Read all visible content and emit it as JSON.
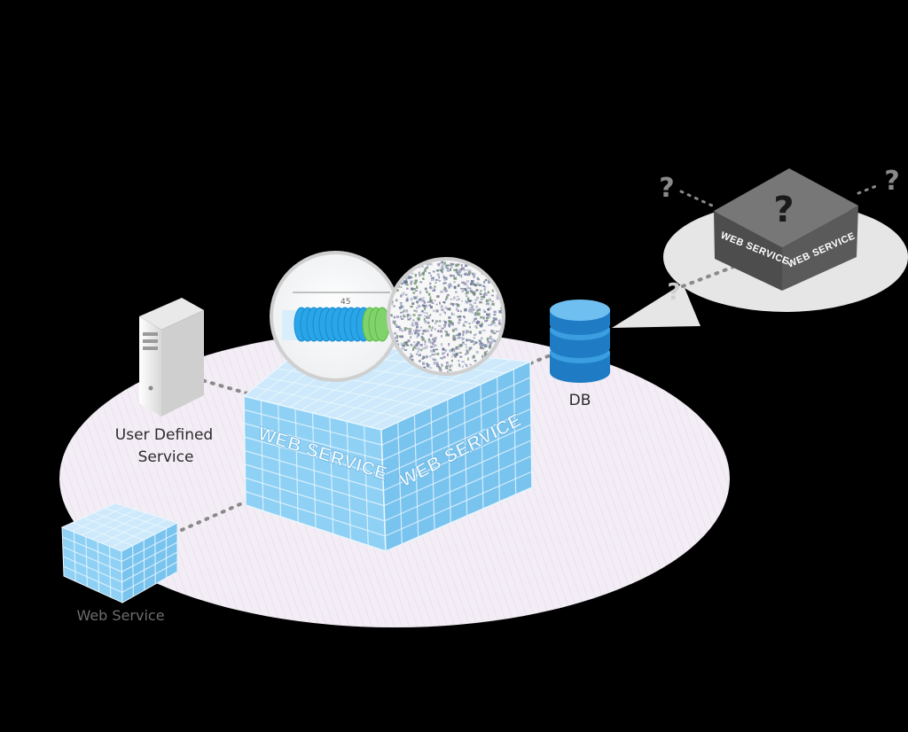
{
  "labels": {
    "user_defined_service_line1": "User Defined",
    "user_defined_service_line2": "Service",
    "db": "DB",
    "web_service": "Web Service",
    "main_cube_front": "WEB SERVICE",
    "main_cube_side": "WEB SERVICE",
    "unknown_cube_front": "WEB SERVICE",
    "unknown_cube_side": "WEB SERVICE",
    "question_mark": "?",
    "magnifier_text": "45"
  },
  "colors": {
    "background": "#000000",
    "platform": "#f1eaf4",
    "cube_top": "#cde9fb",
    "cube_front": "#8fd0f5",
    "cube_side": "#79c3ef",
    "grid_line": "#e9f6fd",
    "db_blue": "#1f7cc4",
    "db_top": "#3a9ee0",
    "unknown_cube": "#4d4d4d",
    "unknown_platform": "#e6e6e6",
    "dotted_line": "#888888"
  }
}
